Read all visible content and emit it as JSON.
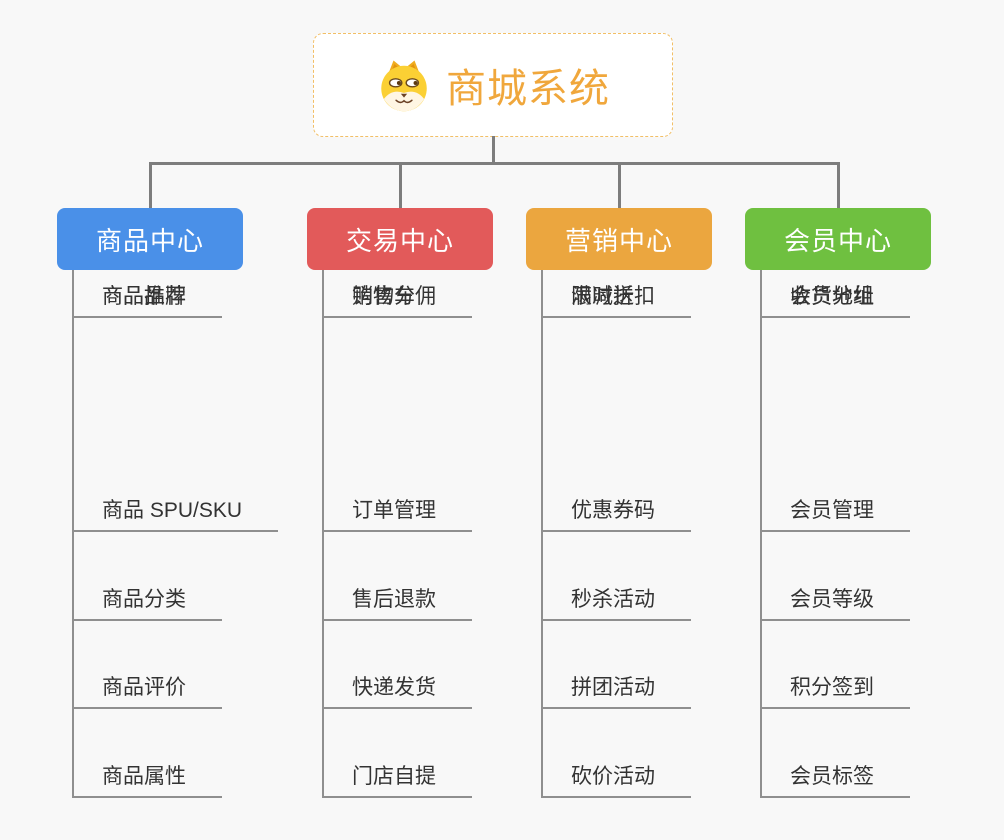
{
  "root": {
    "label": "商城系统",
    "icon": "shiba-dog-icon",
    "accent_color": "#F0A73C",
    "border_color": "#F2BF66"
  },
  "connector_color": "#7D7D7D",
  "branches": [
    {
      "label": "商品中心",
      "color": "#4A90E8",
      "items": [
        "商品 SPU/SKU",
        "商品分类",
        "商品评价",
        "商品属性",
        "商品推荐",
        "商品品牌"
      ]
    },
    {
      "label": "交易中心",
      "color": "#E25A5A",
      "items": [
        "订单管理",
        "售后退款",
        "快递发货",
        "门店自提",
        "购物车",
        "销售分佣"
      ]
    },
    {
      "label": "营销中心",
      "color": "#EBA63F",
      "items": [
        "优惠券码",
        "秒杀活动",
        "拼团活动",
        "砍价活动",
        "限时折扣",
        "满减送"
      ]
    },
    {
      "label": "会员中心",
      "color": "#6FC040",
      "items": [
        "会员管理",
        "会员等级",
        "积分签到",
        "会员标签",
        "会员分组",
        "收货地址"
      ]
    }
  ]
}
